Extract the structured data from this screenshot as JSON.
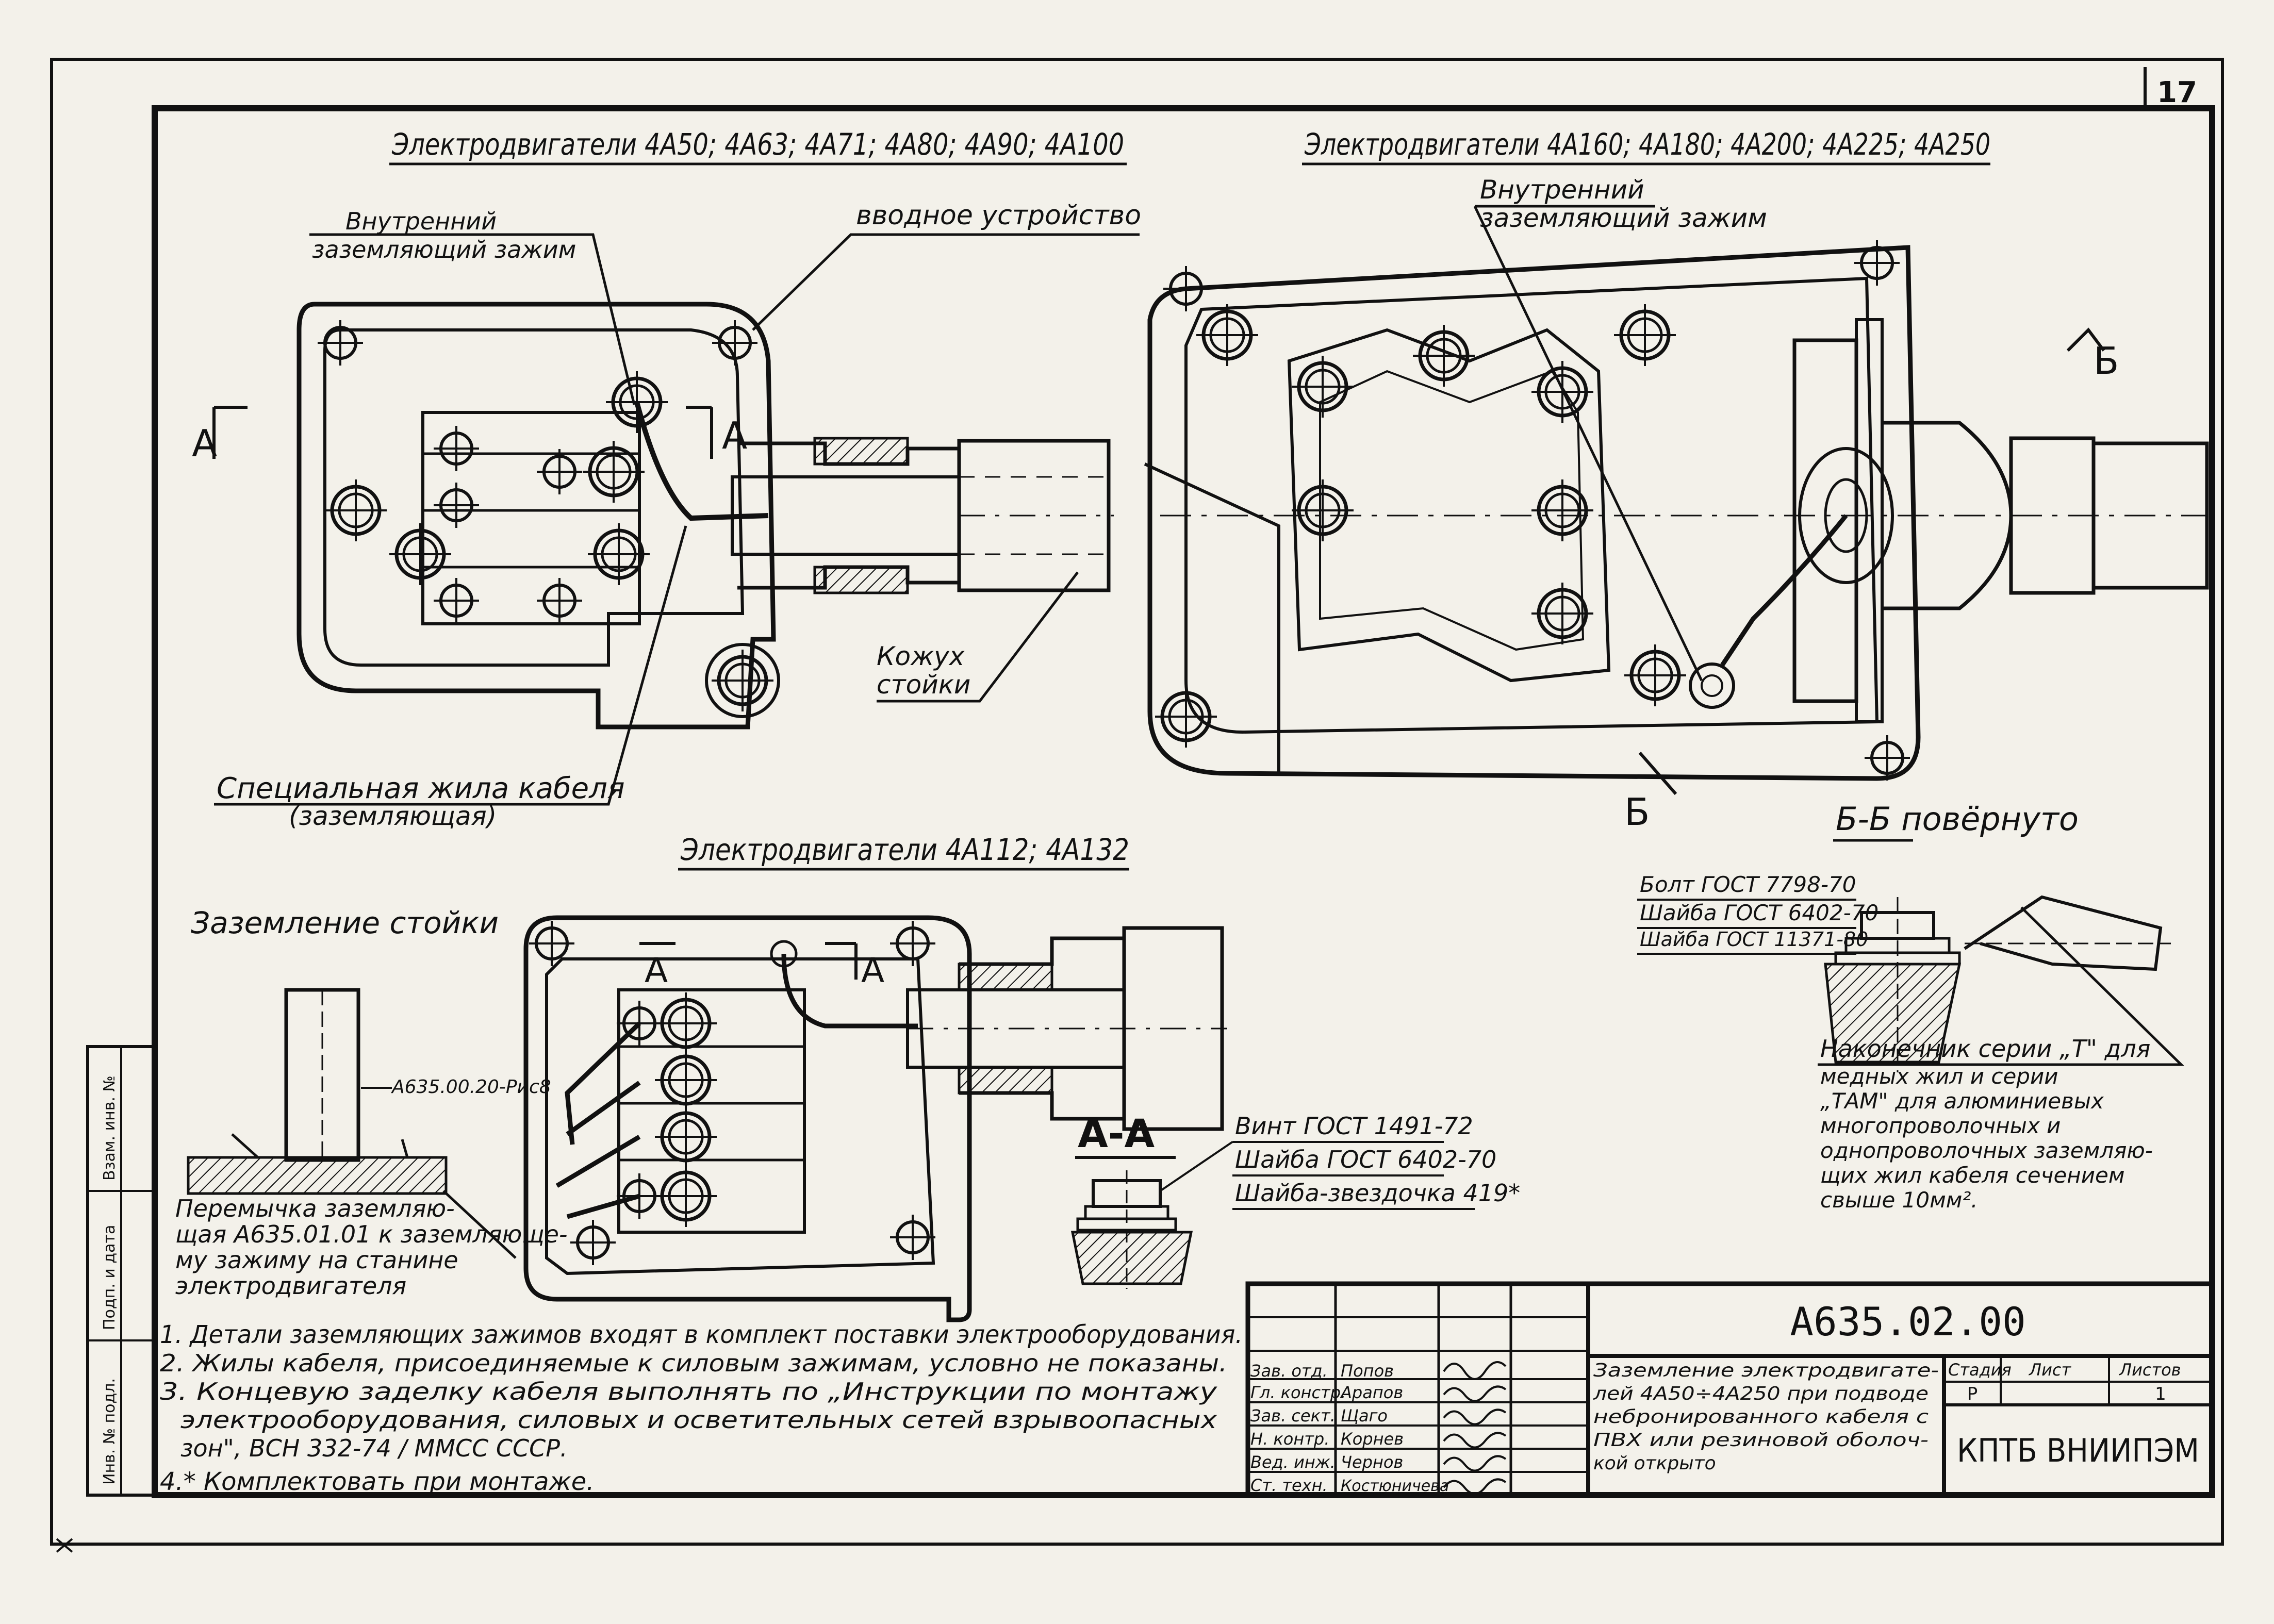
{
  "sheet": {
    "page_number": "17",
    "vertical_strip": [
      "Инв. № подл.",
      "Подп. и дата",
      "Взам. инв. №"
    ]
  },
  "drawing": {
    "view_small_title": "Электродвигатели 4А50; 4А63; 4А71; 4А80; 4А90; 4А100",
    "view_large_title": "Электродвигатели 4А160; 4А180; 4А200; 4А225; 4А250",
    "view_mid_title": "Электродвигатели 4А112; 4А132",
    "ground_stand_title": "Заземление стойки",
    "section_bb_label": "Б-Б повёрнуто",
    "section_aa_label": "А-А",
    "cut_marks": {
      "a": "А",
      "b": "Б"
    },
    "callouts": {
      "inner_clamp_small": [
        "Внутренний",
        "заземляющий зажим"
      ],
      "entry_device": "вводное устройство",
      "inner_clamp_large": [
        "Внутренний",
        "заземляющий зажим"
      ],
      "casing": [
        "Кожух",
        "стойки"
      ],
      "special_core": [
        "Специальная жила кабеля",
        "(заземляющая)"
      ],
      "part_ref": "А635.00.20-Рис8",
      "jumper": [
        "Перемычка заземляю-",
        "щая А635.01.01 к заземляюще-",
        "му зажиму на станине",
        "электродвигателя"
      ],
      "bolt_specs": [
        "Болт ГОСТ 7798-70",
        "Шайба ГОСТ 6402-70",
        "Шайба ГОСТ 11371-80"
      ],
      "lug_note": [
        "Наконечник серии „Т\" для",
        "медных жил и серии",
        "„ТАМ\" для алюминиевых",
        "многопроволочных и",
        "однопроволочных заземляю-",
        "щих жил кабеля сечением",
        "свыше 10мм²."
      ],
      "screw_specs": [
        "Винт ГОСТ 1491-72",
        "Шайба ГОСТ 6402-70",
        "Шайба-звездочка 419*"
      ]
    }
  },
  "notes": [
    "1. Детали заземляющих зажимов входят в комплект поставки электрооборудования.",
    "2. Жилы кабеля, присоединяемые к силовым зажимам, условно не показаны.",
    "3. Концевую заделку кабеля выполнять по „Инструкции по монтажу",
    "электрооборудования, силовых и осветительных сетей взрывоопасных",
    "зон\", ВСН 332-74 / ММСС СССР.",
    "4.* Комплектовать при монтаже."
  ],
  "title_block": {
    "document_code": "А635.02.00",
    "roles": [
      {
        "role": "Зав. отд.",
        "name": "Попов"
      },
      {
        "role": "Гл. констр.",
        "name": "Арапов"
      },
      {
        "role": "Зав. сект.",
        "name": "Щаго"
      },
      {
        "role": "Н. контр.",
        "name": "Корнев"
      },
      {
        "role": "Вед. инж.",
        "name": "Чернов"
      },
      {
        "role": "Ст. техн.",
        "name": "Костюничева"
      }
    ],
    "description": [
      "Заземление электродвигате-",
      "лей 4А50÷4А250 при подводе",
      "небронированного кабеля с",
      "ПВХ или резиновой оболоч-",
      "кой открыто"
    ],
    "headers": {
      "stage": "Стадия",
      "sheet": "Лист",
      "sheets": "Листов"
    },
    "stage": "Р",
    "sheet_no": "",
    "sheets_total": "1",
    "organization": "КПТБ ВНИИПЭМ"
  }
}
